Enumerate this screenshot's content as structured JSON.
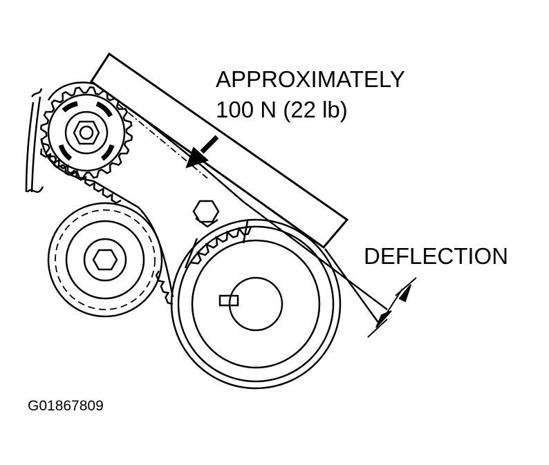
{
  "labels": {
    "force_line1": "APPROXIMATELY",
    "force_line2": "100 N (22 lb)",
    "deflection": "DEFLECTION",
    "figure_id": "G01867809"
  },
  "colors": {
    "ink": "#000000",
    "background": "#ffffff"
  }
}
